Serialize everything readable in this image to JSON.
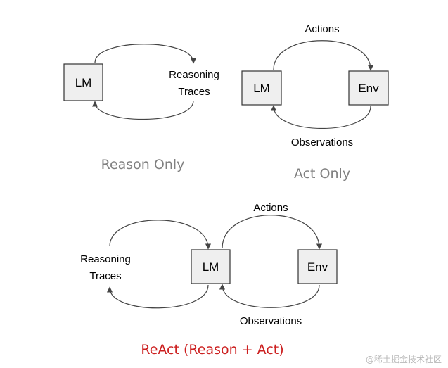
{
  "colors": {
    "caption_gray": "#808080",
    "caption_red": "#cc1f1f",
    "box_fill": "#efefef"
  },
  "reason_only": {
    "lm": "LM",
    "edge_label_line1": "Reasoning",
    "edge_label_line2": "Traces",
    "caption": "Reason Only"
  },
  "act_only": {
    "lm": "LM",
    "env": "Env",
    "top_label": "Actions",
    "bottom_label": "Observations",
    "caption": "Act Only"
  },
  "react": {
    "lm": "LM",
    "env": "Env",
    "left_label_line1": "Reasoning",
    "left_label_line2": "Traces",
    "top_label": "Actions",
    "bottom_label": "Observations",
    "caption": "ReAct (Reason + Act)"
  },
  "watermark": "@稀土掘金技术社区"
}
